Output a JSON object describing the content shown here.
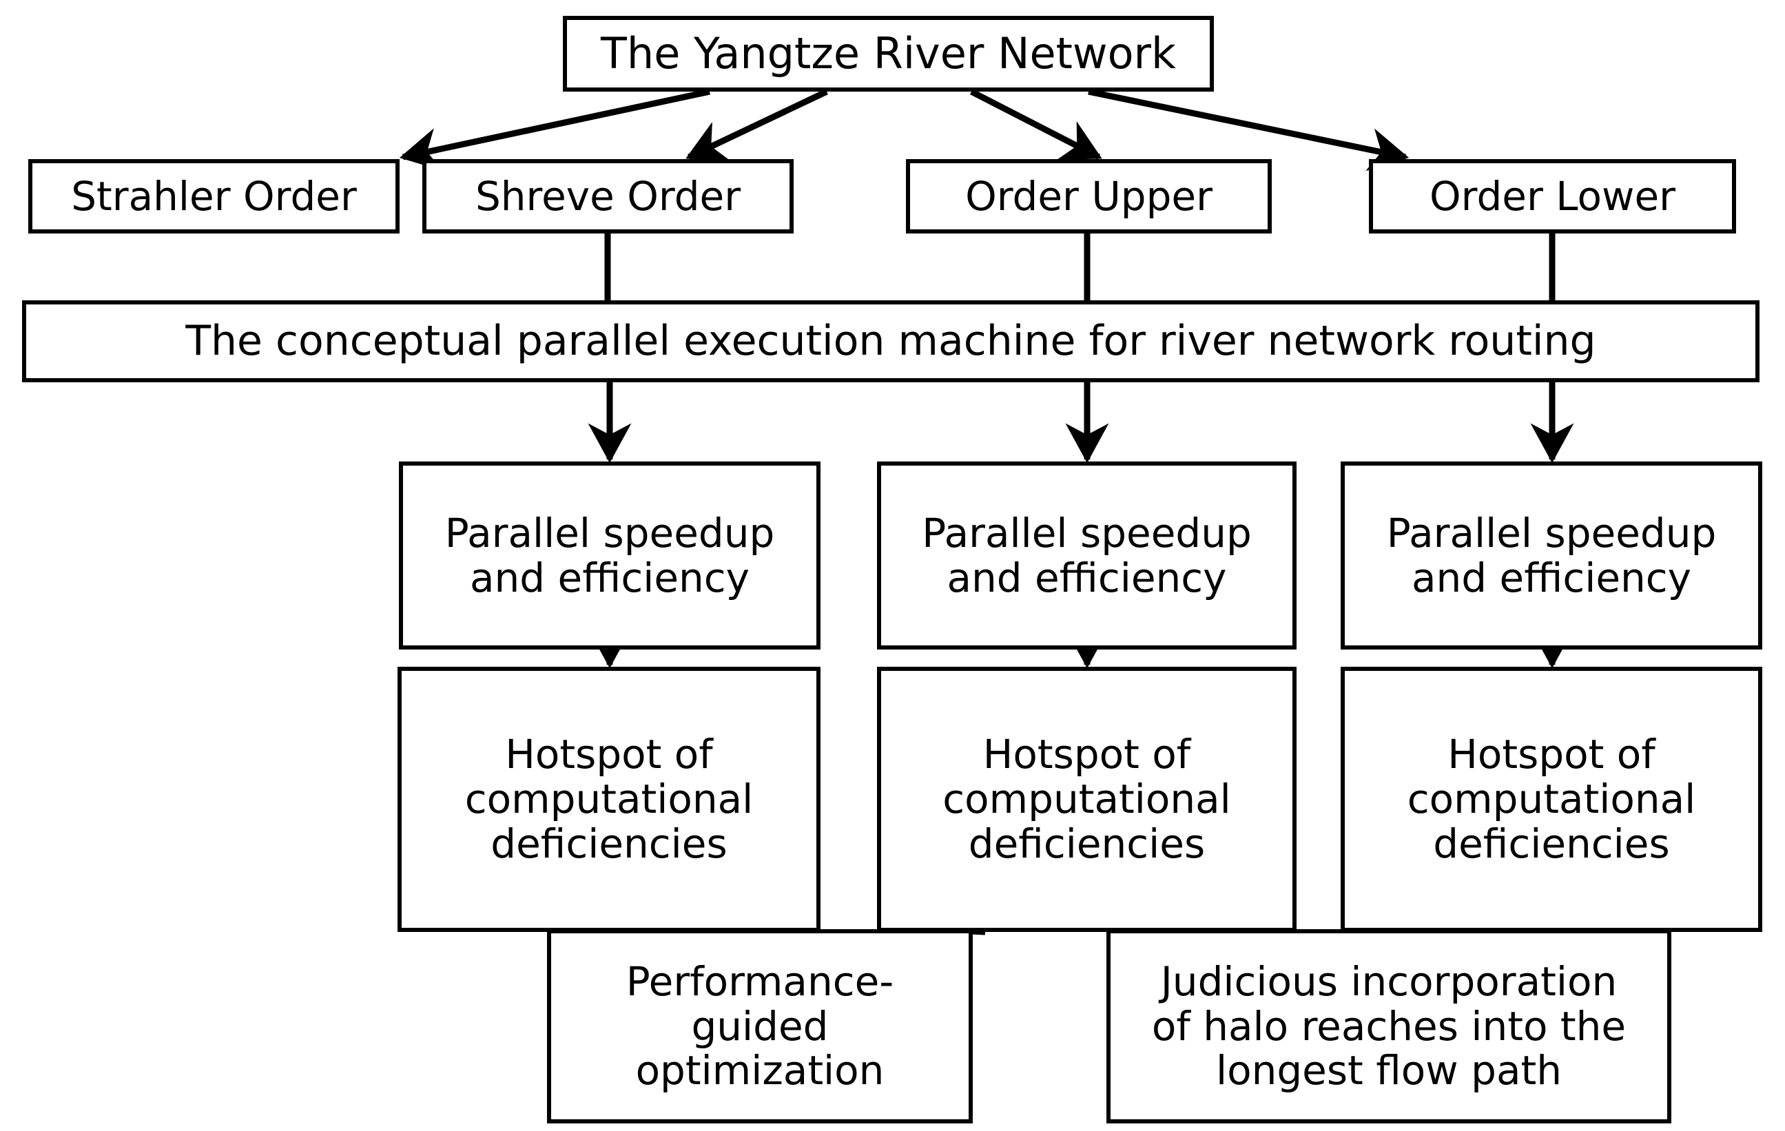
{
  "diagram": {
    "type": "flowchart",
    "title": "The Yangtze River Network routing workflow",
    "background_color": "#ffffff",
    "stroke_color": "#000000",
    "text_color": "#000000",
    "nodes": {
      "root": {
        "label": "The Yangtze River Network"
      },
      "strahler": {
        "label": "Strahler Order"
      },
      "shreve": {
        "label": "Shreve Order"
      },
      "order_upper": {
        "label": "Order Upper"
      },
      "order_lower": {
        "label": "Order Lower"
      },
      "machine": {
        "label": "The conceptual parallel execution machine for river network routing"
      },
      "speedup_left": {
        "label": "Parallel speedup\nand efficiency"
      },
      "speedup_middle": {
        "label": "Parallel speedup\nand efficiency"
      },
      "speedup_right": {
        "label": "Parallel speedup\nand efficiency"
      },
      "hotspot_left": {
        "label": "Hotspot of\ncomputational\ndeficiencies"
      },
      "hotspot_middle": {
        "label": "Hotspot of\ncomputational\ndeficiencies"
      },
      "hotspot_right": {
        "label": "Hotspot of\ncomputational\ndeficiencies"
      },
      "performance": {
        "label": "Performance-\nguided\noptimization"
      },
      "halo": {
        "label": "Judicious incorporation\nof halo reaches into the\nlongest flow path"
      }
    },
    "edges": [
      {
        "from": "root",
        "to": "strahler",
        "style": "arrow"
      },
      {
        "from": "root",
        "to": "shreve",
        "style": "arrow"
      },
      {
        "from": "root",
        "to": "order_upper",
        "style": "arrow"
      },
      {
        "from": "root",
        "to": "order_lower",
        "style": "arrow"
      },
      {
        "from": "shreve",
        "to": "machine",
        "style": "line"
      },
      {
        "from": "order_upper",
        "to": "machine",
        "style": "line"
      },
      {
        "from": "order_lower",
        "to": "machine",
        "style": "line"
      },
      {
        "from": "machine",
        "to": "speedup_left",
        "style": "arrow"
      },
      {
        "from": "machine",
        "to": "speedup_middle",
        "style": "arrow"
      },
      {
        "from": "machine",
        "to": "speedup_right",
        "style": "arrow"
      },
      {
        "from": "speedup_left",
        "to": "hotspot_left",
        "style": "arrow"
      },
      {
        "from": "speedup_middle",
        "to": "hotspot_middle",
        "style": "arrow"
      },
      {
        "from": "speedup_right",
        "to": "hotspot_right",
        "style": "arrow"
      },
      {
        "from": "hotspot_middle",
        "to": "performance",
        "style": "arrow"
      },
      {
        "from": "hotspot_middle",
        "to": "halo",
        "style": "arrow"
      }
    ]
  }
}
